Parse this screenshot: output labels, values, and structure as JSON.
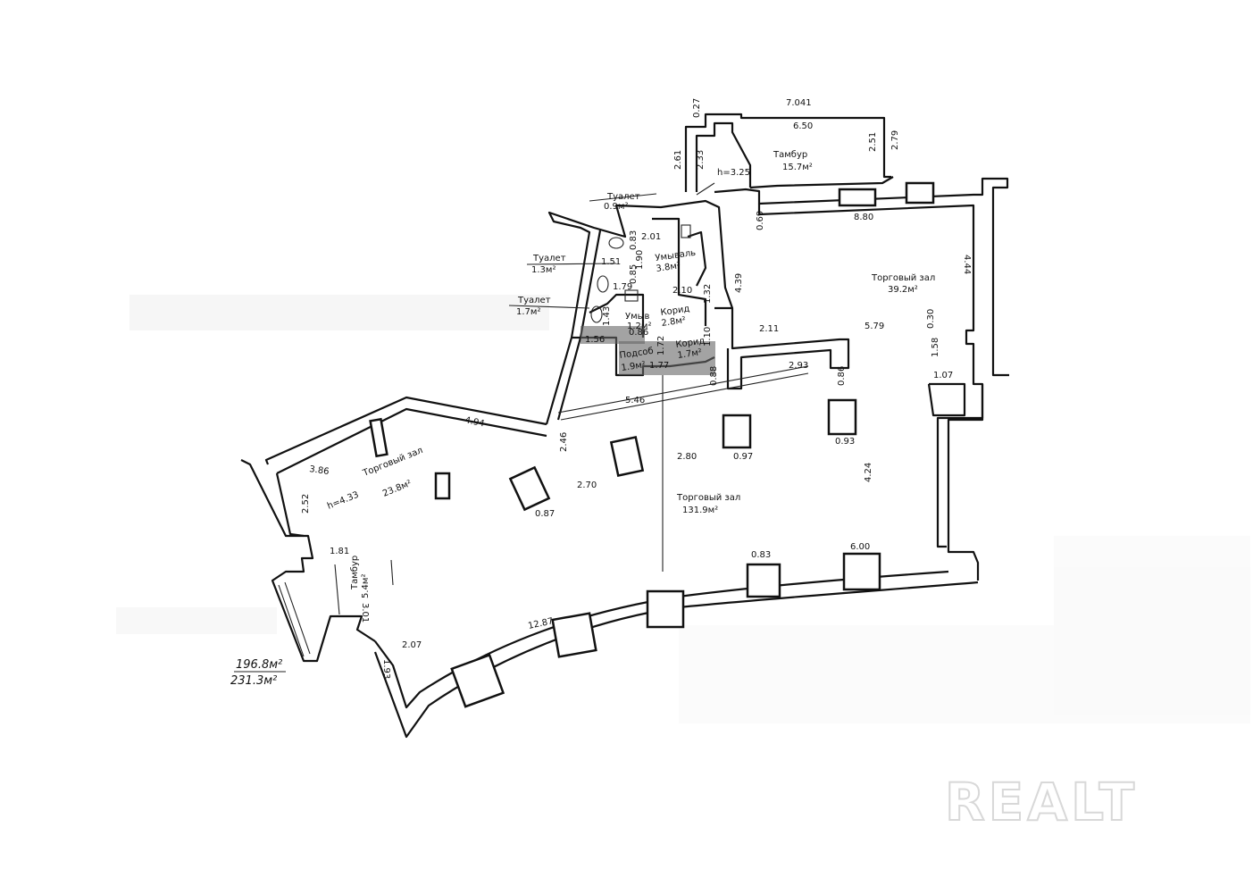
{
  "rooms": [
    {
      "name": "Тамбур",
      "area": "15.7м²"
    },
    {
      "name": "Туалет",
      "area": "0.9м²"
    },
    {
      "name": "Туалет",
      "area": "1.3м²"
    },
    {
      "name": "Туалет",
      "area": "1.7м²"
    },
    {
      "name": "Умываль",
      "area": "3.8м²"
    },
    {
      "name": "Умыв",
      "area": "1.2м²"
    },
    {
      "name": "Корид",
      "area": "2.8м²"
    },
    {
      "name": "Корид",
      "area": "1.7м²"
    },
    {
      "name": "Подсоб",
      "area": "1.9м²"
    },
    {
      "name": "Торговый зал",
      "area": "39.2м²"
    },
    {
      "name": "Торговый зал",
      "area": "131.9м²"
    },
    {
      "name": "Торговый зал",
      "area": "23.8м²"
    },
    {
      "name": "Тамбур",
      "area": "5.4м²"
    }
  ],
  "height_labels": [
    "h=3.25",
    "h=4.33"
  ],
  "dimensions": [
    "7.041",
    "6.50",
    "0.27",
    "2.61",
    "2.33",
    "2.51",
    "2.79",
    "0.69",
    "8.80",
    "4.44",
    "2.01",
    "0.83",
    "1.51",
    "1.90",
    "0.85",
    "1.79",
    "1.43",
    "2.10",
    "1.32",
    "4.39",
    "1.56",
    "0.86",
    "1.72",
    "1.77",
    "1.10",
    "2.11",
    "5.79",
    "0.30",
    "1.58",
    "1.07",
    "2.93",
    "0.86",
    "0.88",
    "5.46",
    "4.94",
    "2.46",
    "0.93",
    "2.80",
    "0.97",
    "2.70",
    "0.87",
    "4.24",
    "3.86",
    "2.52",
    "1.81",
    "3.01",
    "0.83",
    "6.00",
    "12.87",
    "2.07",
    "1.93"
  ],
  "totals": {
    "area_main": "196.8м²",
    "area_total": "231.3м²"
  },
  "watermark": "REALT"
}
